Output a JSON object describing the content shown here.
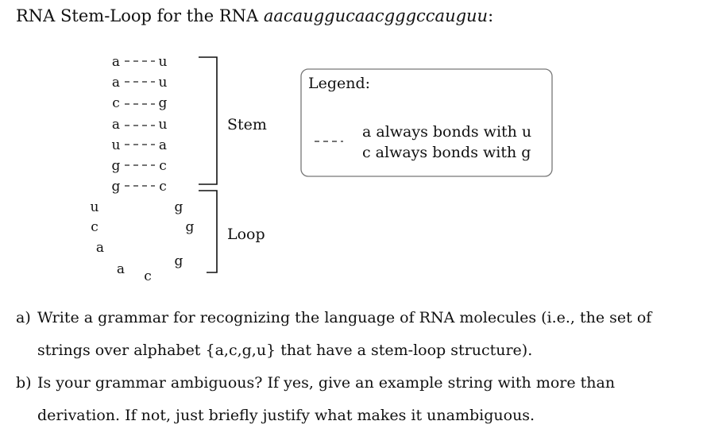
{
  "title": {
    "prefix": "RNA Stem-Loop for the RNA ",
    "sequence": "aacauggucaacgggccauguu",
    "suffix": ":"
  },
  "stem": {
    "pairs": [
      {
        "left": "a",
        "right": "u"
      },
      {
        "left": "a",
        "right": "u"
      },
      {
        "left": "c",
        "right": "g"
      },
      {
        "left": "a",
        "right": "u"
      },
      {
        "left": "u",
        "right": "a"
      },
      {
        "left": "g",
        "right": "c"
      },
      {
        "left": "g",
        "right": "c"
      }
    ],
    "label": "Stem"
  },
  "loop": {
    "bases": [
      "u",
      "c",
      "a",
      "a",
      "c",
      "g",
      "g",
      "g"
    ],
    "label": "Loop"
  },
  "legend": {
    "title": "Legend:",
    "line1": "a always bonds with u",
    "line2": "c always bonds with g"
  },
  "questions": [
    {
      "label": "a)",
      "text": "Write a grammar for recognizing the language of RNA molecules (i.e., the set of strings over alphabet {a,c,g,u} that have a stem-loop structure)."
    },
    {
      "label": "b)",
      "text": "Is your grammar ambiguous? If yes, give an example string with more than derivation. If not, just briefly justify what makes it unambiguous."
    }
  ]
}
